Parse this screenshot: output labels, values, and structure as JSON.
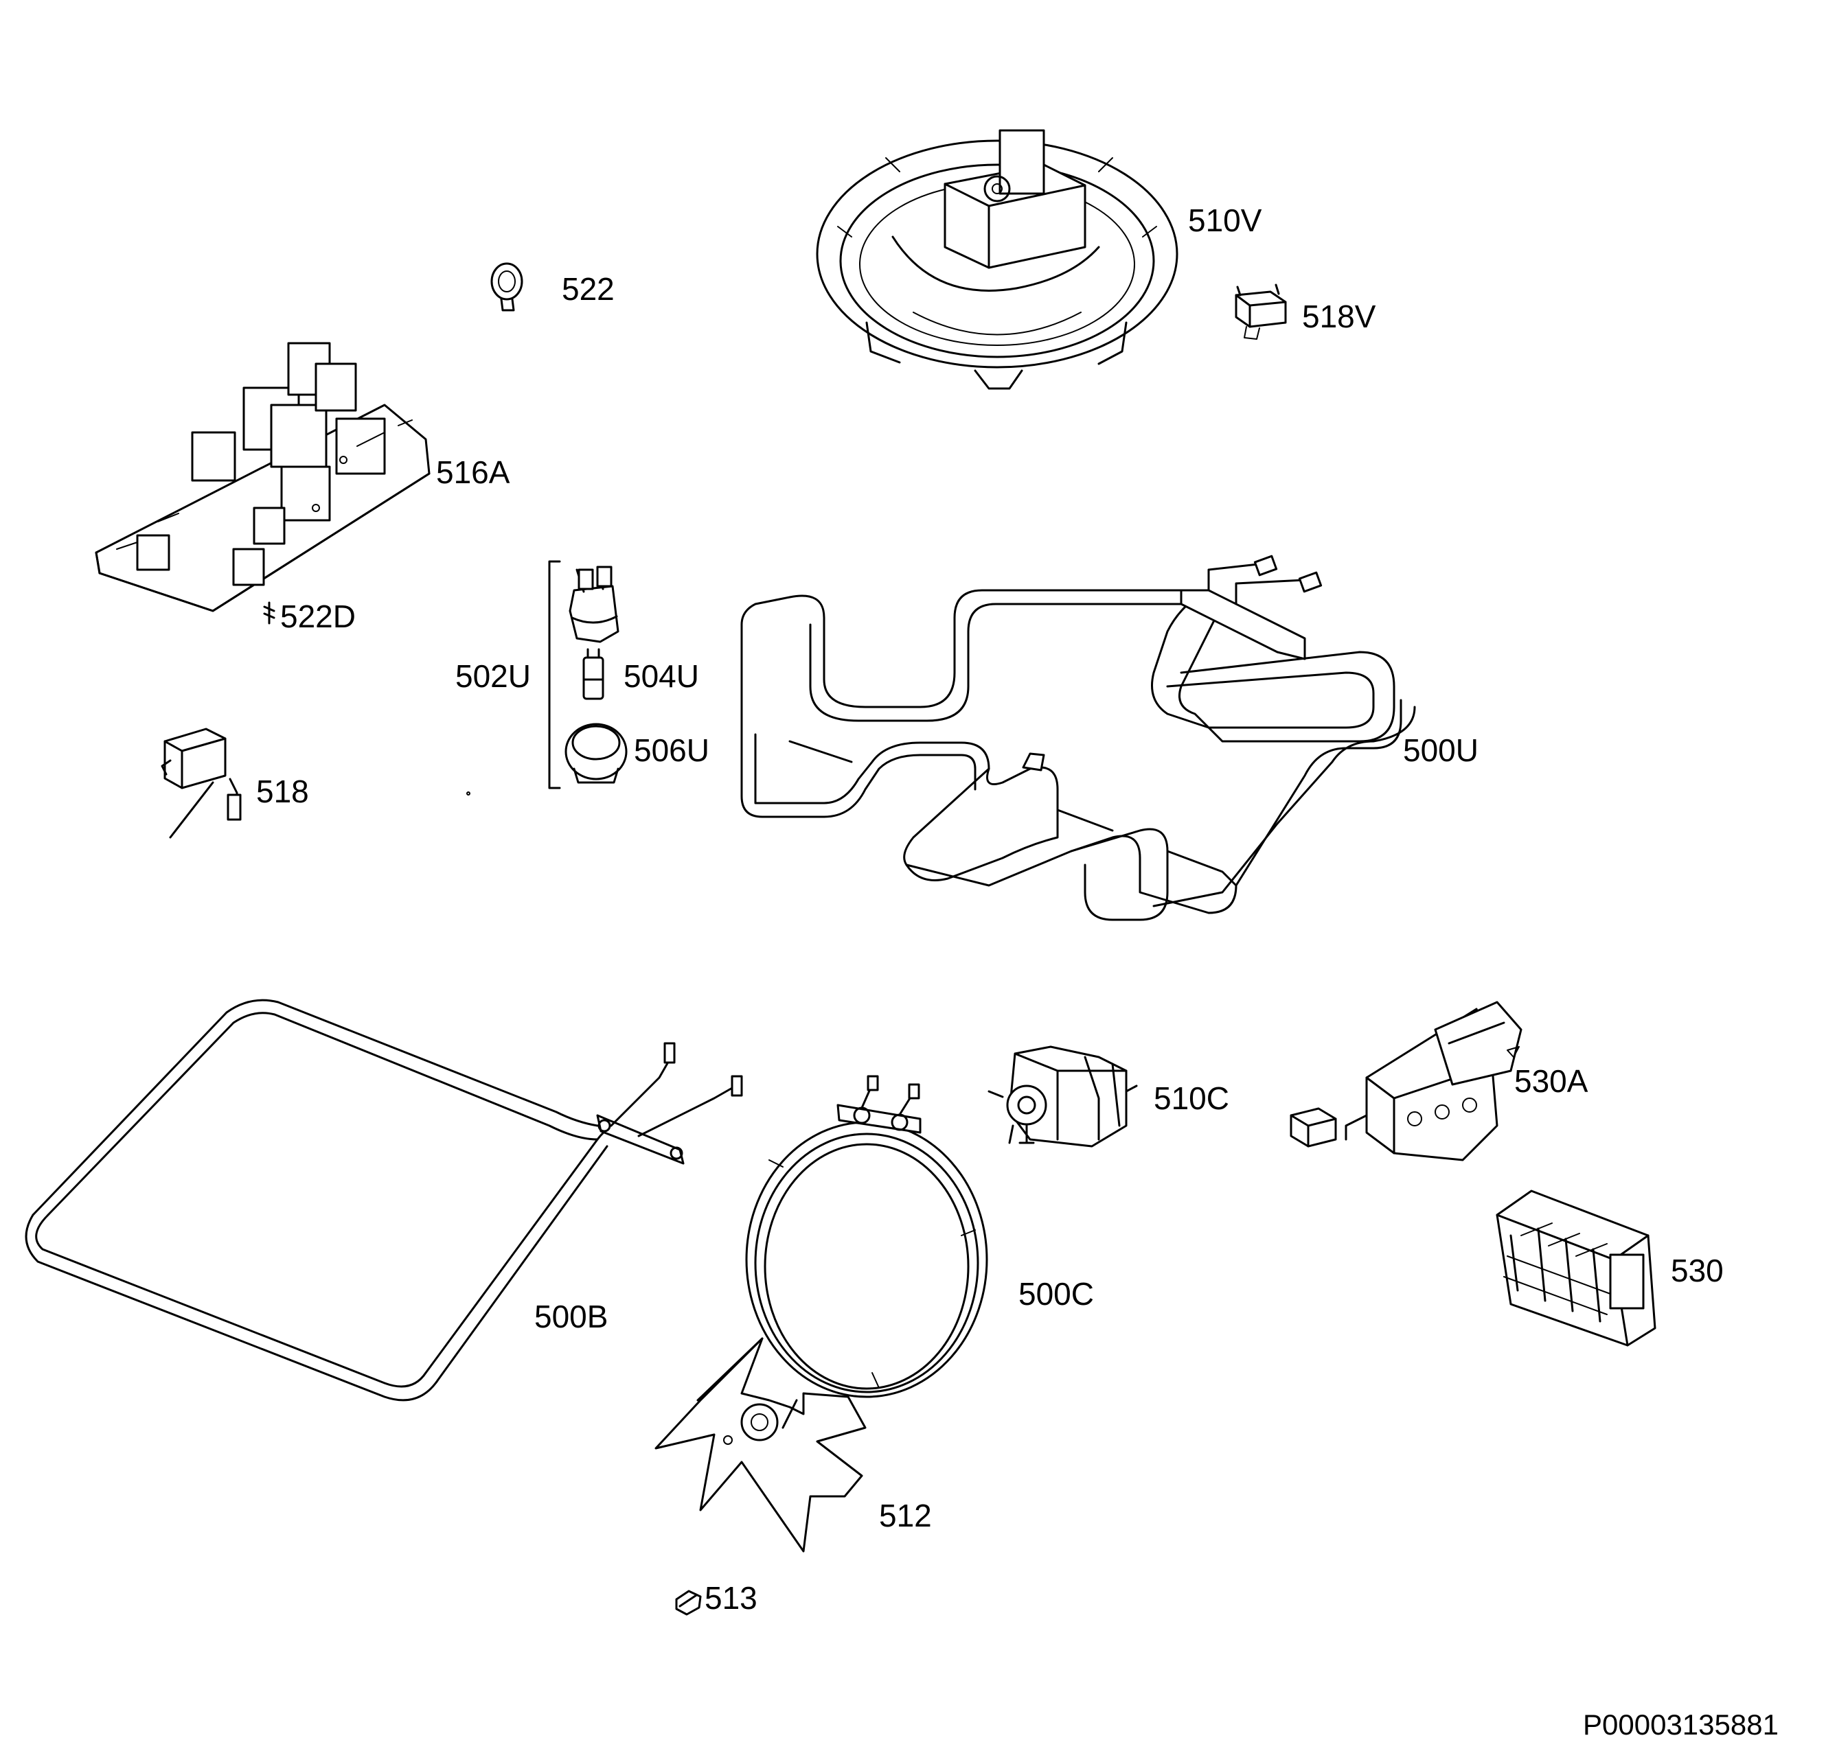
{
  "labels": {
    "p510V": "510V",
    "p522": "522",
    "p518V": "518V",
    "p516A": "516A",
    "p522D": "522D",
    "p502U": "502U",
    "p504U": "504U",
    "p506U": "506U",
    "p500U": "500U",
    "p518": "518",
    "p510C": "510C",
    "p530A": "530A",
    "p500B": "500B",
    "p500C": "500C",
    "p530": "530",
    "p512": "512",
    "p513": "513"
  },
  "document_id": "P00003135881"
}
